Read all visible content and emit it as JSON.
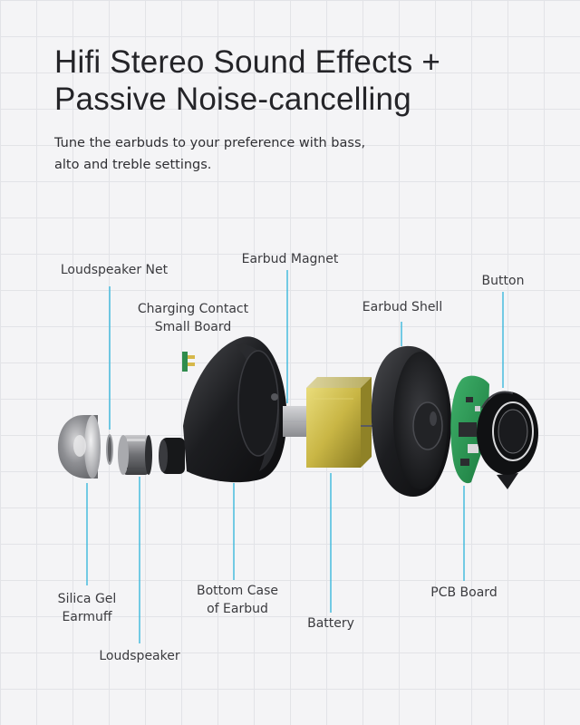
{
  "title": {
    "line1": "Hifi Stereo Sound Effects +",
    "line2": "Passive Noise-cancelling"
  },
  "subtitle": {
    "line1": "Tune the earbuds to your preference with bass,",
    "line2": "alto and treble settings."
  },
  "accent_color": "#3bb8dc",
  "components": {
    "loudspeaker_net": "Loudspeaker Net",
    "charging_contact": {
      "line1": "Charging Contact",
      "line2": "Small Board"
    },
    "earbud_magnet": "Earbud Magnet",
    "earbud_shell": "Earbud Shell",
    "button": "Button",
    "silica_gel": {
      "line1": "Silica Gel",
      "line2": "Earmuff"
    },
    "loudspeaker": "Loudspeaker",
    "bottom_case": {
      "line1": "Bottom Case",
      "line2": "of Earbud"
    },
    "battery": "Battery",
    "pcb_board": "PCB Board"
  }
}
